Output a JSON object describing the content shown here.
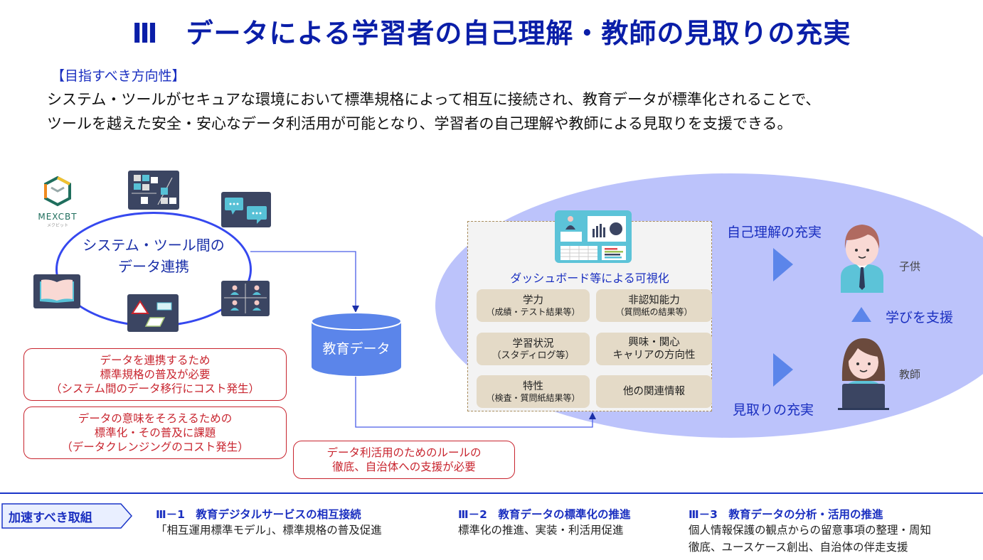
{
  "title": "Ⅲ　データによる学習者の自己理解・教師の見取りの充実",
  "direction": {
    "heading": "【目指すべき方向性】",
    "lines": [
      "システム・ツールがセキュアな環境において標準規格によって相互に接続され、教育データが標準化されることで、",
      "ツールを越えた安全・安心なデータ利活用が可能となり、学習者の自己理解や教師による見取りを支援できる。"
    ]
  },
  "system": {
    "logo_text": "MEXCBT",
    "logo_subtext": "メクビット",
    "label_lines": [
      "システム・ツール間の",
      "データ連携"
    ]
  },
  "issues": [
    {
      "lines": [
        "データを連携するため",
        "標準規格の普及が必要",
        "（システム間のデータ移行にコスト発生）"
      ]
    },
    {
      "lines": [
        "データの意味をそろえるための",
        "標準化・その普及に課題",
        "（データクレンジングのコスト発生）"
      ]
    },
    {
      "lines": [
        "データ利活用のためのルールの",
        "徹底、自治体への支援が必要"
      ]
    }
  ],
  "database": {
    "label": "教育データ"
  },
  "dashboard": {
    "title": "ダッシュボード等による可視化",
    "cells": [
      {
        "main": "学力",
        "sub": "（成績・テスト結果等）"
      },
      {
        "main": "非認知能力",
        "sub": "（質問紙の結果等）"
      },
      {
        "main": "学習状況",
        "sub": "（スタディログ等）"
      },
      {
        "main": "興味・関心",
        "sub": "キャリアの方向性"
      },
      {
        "main": "特性",
        "sub": "（検査・質問紙結果等）"
      },
      {
        "main": "他の関連情報",
        "sub": ""
      }
    ]
  },
  "outcomes": {
    "self_understanding": "自己理解の充実",
    "observation": "見取りの充実",
    "support": "学びを支援",
    "child_label": "子供",
    "teacher_label": "教師"
  },
  "initiatives": {
    "label": "加速すべき取組",
    "items": [
      {
        "title": "Ⅲ－1　教育デジタルサービスの相互接続",
        "desc": [
          "「相互運用標準モデル」、標準規格の普及促進"
        ]
      },
      {
        "title": "Ⅲ－2　教育データの標準化の推進",
        "desc": [
          "標準化の推進、実装・利活用促進"
        ]
      },
      {
        "title": "Ⅲ－3　教育データの分析・活用の推進",
        "desc": [
          "個人情報保護の観点からの留意事項の整理・周知",
          "徹底、ユースケース創出、自治体の伴走支援"
        ]
      }
    ]
  },
  "colors": {
    "title_blue": "#0a1ea8",
    "accent_blue": "#1a2fc0",
    "ellipse_fill": "#bcc3fb",
    "issue_red": "#c8242e",
    "cell_beige": "#e4dac7",
    "tile_navy": "#3b4562",
    "db_blue": "#5b85ea"
  }
}
